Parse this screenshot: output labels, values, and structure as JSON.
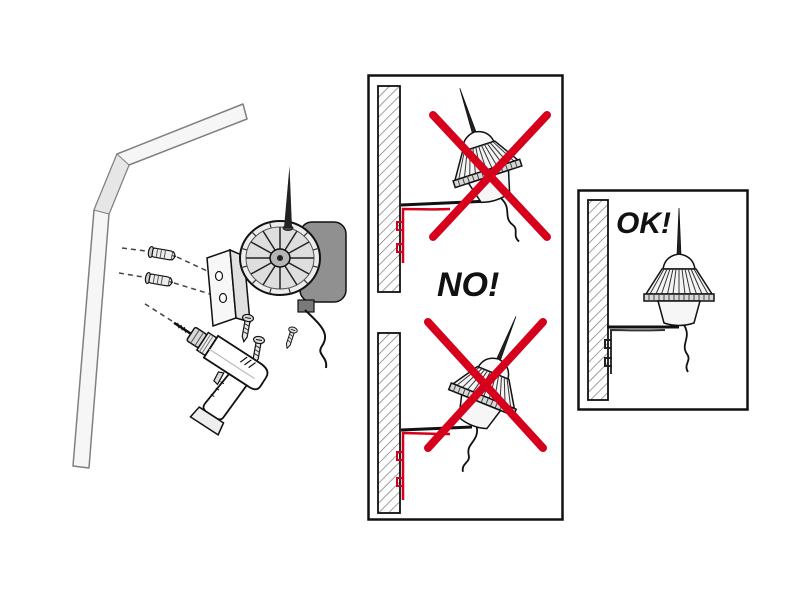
{
  "panels": {
    "wrong": {
      "label": "NO!"
    },
    "correct": {
      "label": "OK!"
    }
  },
  "colors": {
    "error_red": "#d6001c",
    "outline": "#111111",
    "wall_fill": "#f6f6f6",
    "housing_gray": "#909090"
  },
  "parts": {
    "left_scene": [
      "wall-corner",
      "drill",
      "wall-anchors",
      "mounting-bracket",
      "screws",
      "spike-device",
      "power-cable"
    ],
    "wrong_examples": [
      "device-tilted-left",
      "device-tilted-right"
    ],
    "correct_example": "device-level"
  }
}
